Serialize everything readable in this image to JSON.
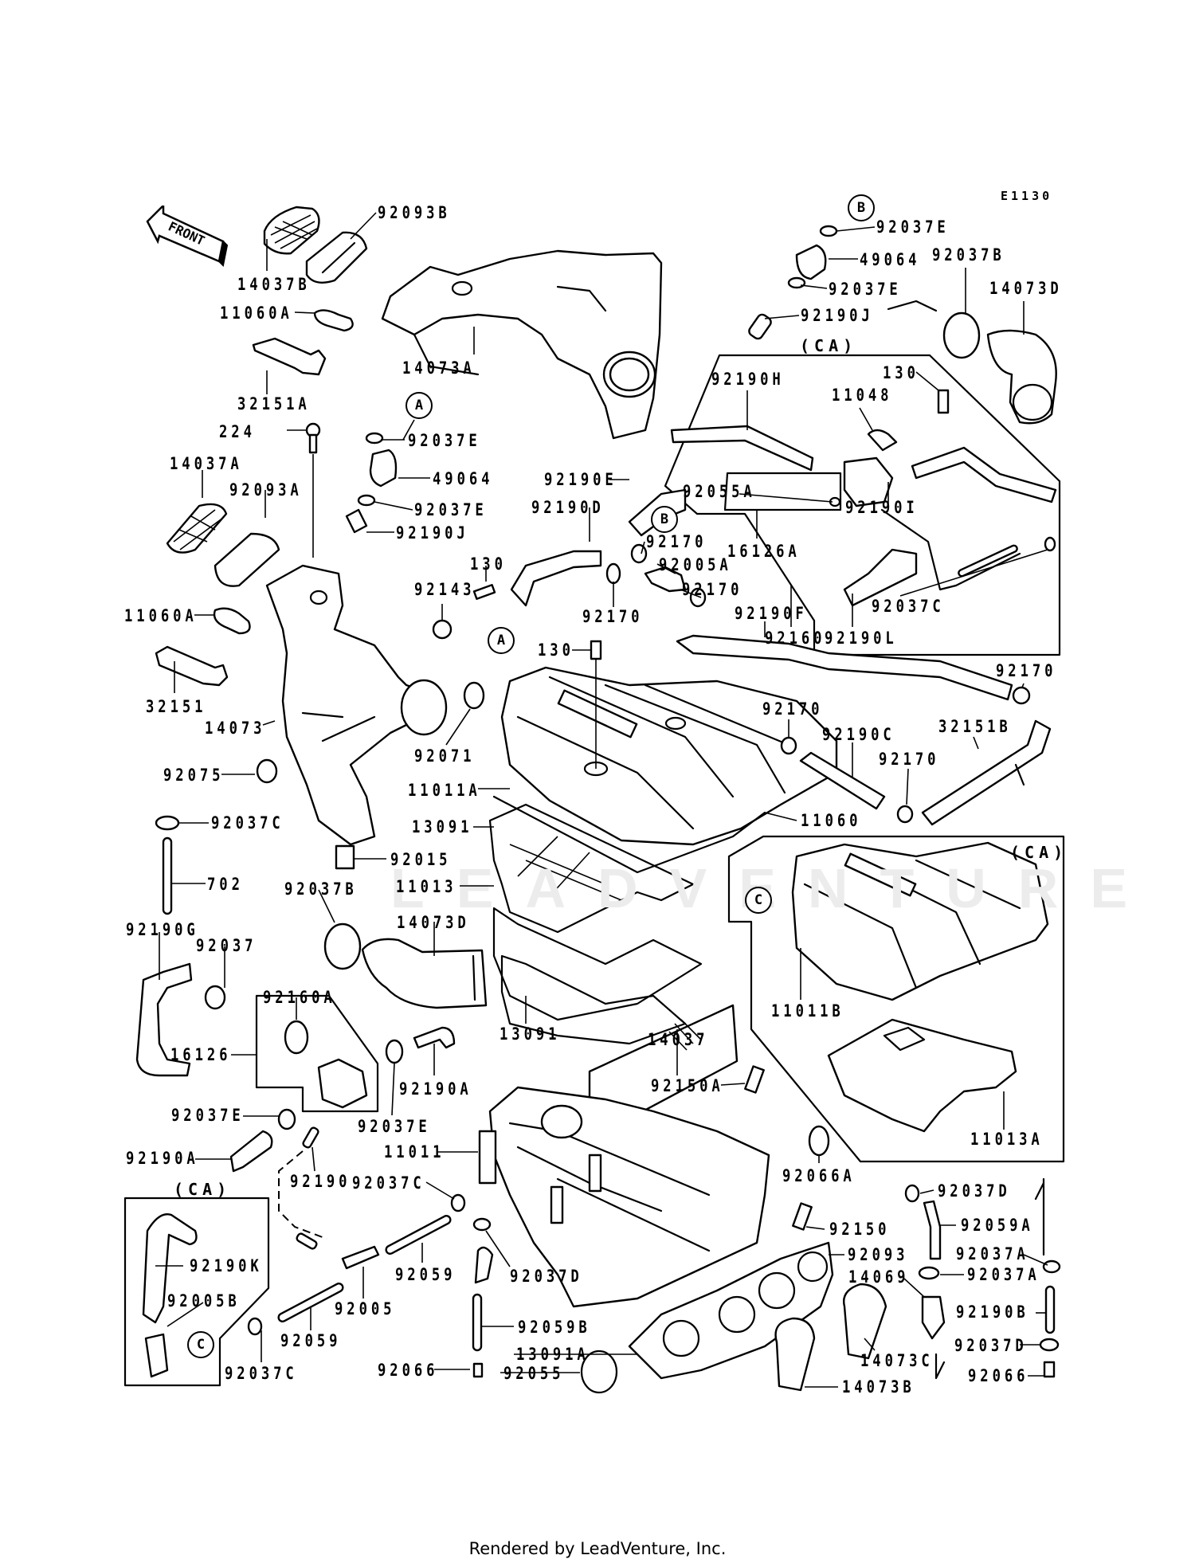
{
  "diagram": {
    "code": "E1130",
    "front_label": "FRONT",
    "watermark": "LEADVENTURE",
    "footer": "Rendered by LeadVenture, Inc.",
    "region_label": "(CA)",
    "reference_markers": [
      "A",
      "B",
      "C"
    ],
    "labels": [
      {
        "id": "92093B",
        "text": "92093B"
      },
      {
        "id": "14037B",
        "text": "14037B"
      },
      {
        "id": "11060A_top",
        "text": "11060A"
      },
      {
        "id": "14073A",
        "text": "14073A"
      },
      {
        "id": "32151A",
        "text": "32151A"
      },
      {
        "id": "224",
        "text": "224"
      },
      {
        "id": "92037E_a1",
        "text": "92037E"
      },
      {
        "id": "49064_a",
        "text": "49064"
      },
      {
        "id": "92037E_a2",
        "text": "92037E"
      },
      {
        "id": "92190J_a",
        "text": "92190J"
      },
      {
        "id": "14037A",
        "text": "14037A"
      },
      {
        "id": "92093A",
        "text": "92093A"
      },
      {
        "id": "11060A_mid",
        "text": "11060A"
      },
      {
        "id": "32151",
        "text": "32151"
      },
      {
        "id": "14073",
        "text": "14073"
      },
      {
        "id": "92143",
        "text": "92143"
      },
      {
        "id": "130_a",
        "text": "130"
      },
      {
        "id": "92071",
        "text": "92071"
      },
      {
        "id": "92075",
        "text": "92075"
      },
      {
        "id": "92037C_a",
        "text": "92037C"
      },
      {
        "id": "92015",
        "text": "92015"
      },
      {
        "id": "702",
        "text": "702"
      },
      {
        "id": "92190G",
        "text": "92190G"
      },
      {
        "id": "92037",
        "text": "92037"
      },
      {
        "id": "92037B_a",
        "text": "92037B"
      },
      {
        "id": "14073D_a",
        "text": "14073D"
      },
      {
        "id": "92160A",
        "text": "92160A"
      },
      {
        "id": "16126",
        "text": "16126"
      },
      {
        "id": "92190A_a",
        "text": "92190A"
      },
      {
        "id": "92037E_b1",
        "text": "92037E"
      },
      {
        "id": "92037E_b2",
        "text": "92037E"
      },
      {
        "id": "92190A_b",
        "text": "92190A"
      },
      {
        "id": "92190",
        "text": "92190"
      },
      {
        "id": "92037C_b",
        "text": "92037C"
      },
      {
        "id": "11011",
        "text": "11011"
      },
      {
        "id": "92190K",
        "text": "92190K"
      },
      {
        "id": "92005B",
        "text": "92005B"
      },
      {
        "id": "92037C_c",
        "text": "92037C"
      },
      {
        "id": "92059_a",
        "text": "92059"
      },
      {
        "id": "92005",
        "text": "92005"
      },
      {
        "id": "92059_b",
        "text": "92059"
      },
      {
        "id": "92037D_a",
        "text": "92037D"
      },
      {
        "id": "92059B",
        "text": "92059B"
      },
      {
        "id": "13091A",
        "text": "13091A"
      },
      {
        "id": "92066_a",
        "text": "92066"
      },
      {
        "id": "92055",
        "text": "92055"
      },
      {
        "id": "14073B",
        "text": "14073B"
      },
      {
        "id": "14073C",
        "text": "14073C"
      },
      {
        "id": "92150",
        "text": "92150"
      },
      {
        "id": "92093",
        "text": "92093"
      },
      {
        "id": "92150A",
        "text": "92150A"
      },
      {
        "id": "92066A",
        "text": "92066A"
      },
      {
        "id": "92037D_b",
        "text": "92037D"
      },
      {
        "id": "92059A",
        "text": "92059A"
      },
      {
        "id": "92037A_a",
        "text": "92037A"
      },
      {
        "id": "92037A_b",
        "text": "92037A"
      },
      {
        "id": "14069",
        "text": "14069"
      },
      {
        "id": "92190B",
        "text": "92190B"
      },
      {
        "id": "92037D_c",
        "text": "92037D"
      },
      {
        "id": "92066_b",
        "text": "92066"
      },
      {
        "id": "130_b",
        "text": "130"
      },
      {
        "id": "11011A",
        "text": "11011A"
      },
      {
        "id": "13091_a",
        "text": "13091"
      },
      {
        "id": "11013",
        "text": "11013"
      },
      {
        "id": "13091_b",
        "text": "13091"
      },
      {
        "id": "14037",
        "text": "14037"
      },
      {
        "id": "11060",
        "text": "11060"
      },
      {
        "id": "11011B",
        "text": "11011B"
      },
      {
        "id": "11013A",
        "text": "11013A"
      },
      {
        "id": "92170_a",
        "text": "92170"
      },
      {
        "id": "92190C",
        "text": "92190C"
      },
      {
        "id": "92170_b",
        "text": "92170"
      },
      {
        "id": "32151B",
        "text": "32151B"
      },
      {
        "id": "92170_c",
        "text": "92170"
      },
      {
        "id": "92190F",
        "text": "92190F"
      },
      {
        "id": "92190E",
        "text": "92190E"
      },
      {
        "id": "92190D",
        "text": "92190D"
      },
      {
        "id": "92170_d",
        "text": "92170"
      },
      {
        "id": "92005A",
        "text": "92005A"
      },
      {
        "id": "92170_e",
        "text": "92170"
      },
      {
        "id": "92170_f",
        "text": "92170"
      },
      {
        "id": "92037E_c1",
        "text": "92037E"
      },
      {
        "id": "49064_b",
        "text": "49064"
      },
      {
        "id": "92037E_c2",
        "text": "92037E"
      },
      {
        "id": "92190J_b",
        "text": "92190J"
      },
      {
        "id": "92037B_b",
        "text": "92037B"
      },
      {
        "id": "14073D_b",
        "text": "14073D"
      },
      {
        "id": "92190H",
        "text": "92190H"
      },
      {
        "id": "11048",
        "text": "11048"
      },
      {
        "id": "130_c",
        "text": "130"
      },
      {
        "id": "92055A",
        "text": "92055A"
      },
      {
        "id": "16126A",
        "text": "16126A"
      },
      {
        "id": "92190I",
        "text": "92190I"
      },
      {
        "id": "92160",
        "text": "92160"
      },
      {
        "id": "92190L",
        "text": "92190L"
      },
      {
        "id": "92037C_d",
        "text": "92037C"
      }
    ]
  }
}
